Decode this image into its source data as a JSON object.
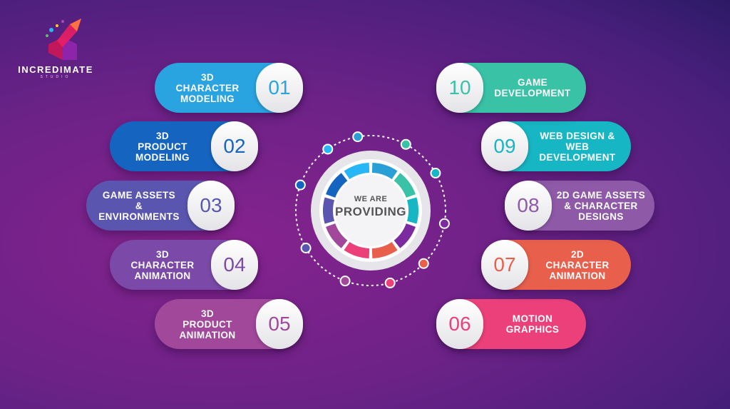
{
  "brand": {
    "name": "INCREDIMATE",
    "sub": "STUDIO"
  },
  "center": {
    "line1": "WE ARE",
    "line2": "PROVIDING"
  },
  "services": [
    {
      "num": "01",
      "lines": [
        "3D",
        "CHARACTER",
        "MODELING"
      ],
      "color": "#2aa4e0"
    },
    {
      "num": "02",
      "lines": [
        "3D",
        "PRODUCT",
        "MODELING"
      ],
      "color": "#1565c0"
    },
    {
      "num": "03",
      "lines": [
        "GAME ASSETS",
        "&",
        "ENVIRONMENTS"
      ],
      "color": "#5a56b0"
    },
    {
      "num": "04",
      "lines": [
        "3D",
        "CHARACTER",
        "ANIMATION"
      ],
      "color": "#7b4aa8"
    },
    {
      "num": "05",
      "lines": [
        "3D",
        "PRODUCT",
        "ANIMATION"
      ],
      "color": "#a1489a"
    },
    {
      "num": "06",
      "lines": [
        "MOTION",
        "GRAPHICS"
      ],
      "color": "#ec407a"
    },
    {
      "num": "07",
      "lines": [
        "2D",
        "CHARACTER",
        "ANIMATION"
      ],
      "color": "#e8604c"
    },
    {
      "num": "08",
      "lines": [
        "2D GAME ASSETS",
        "& CHARACTER",
        "DESIGNS"
      ],
      "color": "#8e5aa8"
    },
    {
      "num": "09",
      "lines": [
        "WEB DESIGN &",
        "WEB",
        "DEVELOPMENT"
      ],
      "color": "#17b6c4"
    },
    {
      "num": "10",
      "lines": [
        "GAME",
        "DEVELOPMENT"
      ],
      "color": "#39c2a6"
    }
  ]
}
